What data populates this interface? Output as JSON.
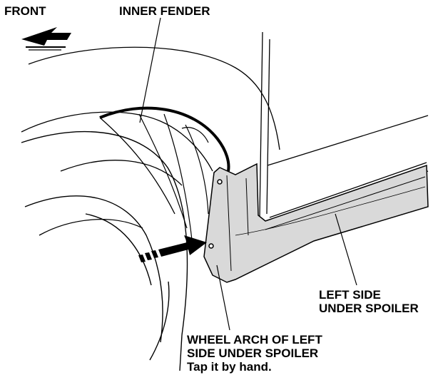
{
  "labels": {
    "front": "FRONT",
    "inner_fender": "INNER FENDER",
    "left_side_line1": "LEFT SIDE",
    "left_side_line2": "UNDER SPOILER",
    "wheel_arch_line1": "WHEEL ARCH OF LEFT",
    "wheel_arch_line2": "SIDE UNDER SPOILER",
    "wheel_arch_line3": "Tap it by hand."
  },
  "colors": {
    "line": "#000000",
    "spoiler_fill": "#d9d9d9",
    "background": "#ffffff"
  }
}
